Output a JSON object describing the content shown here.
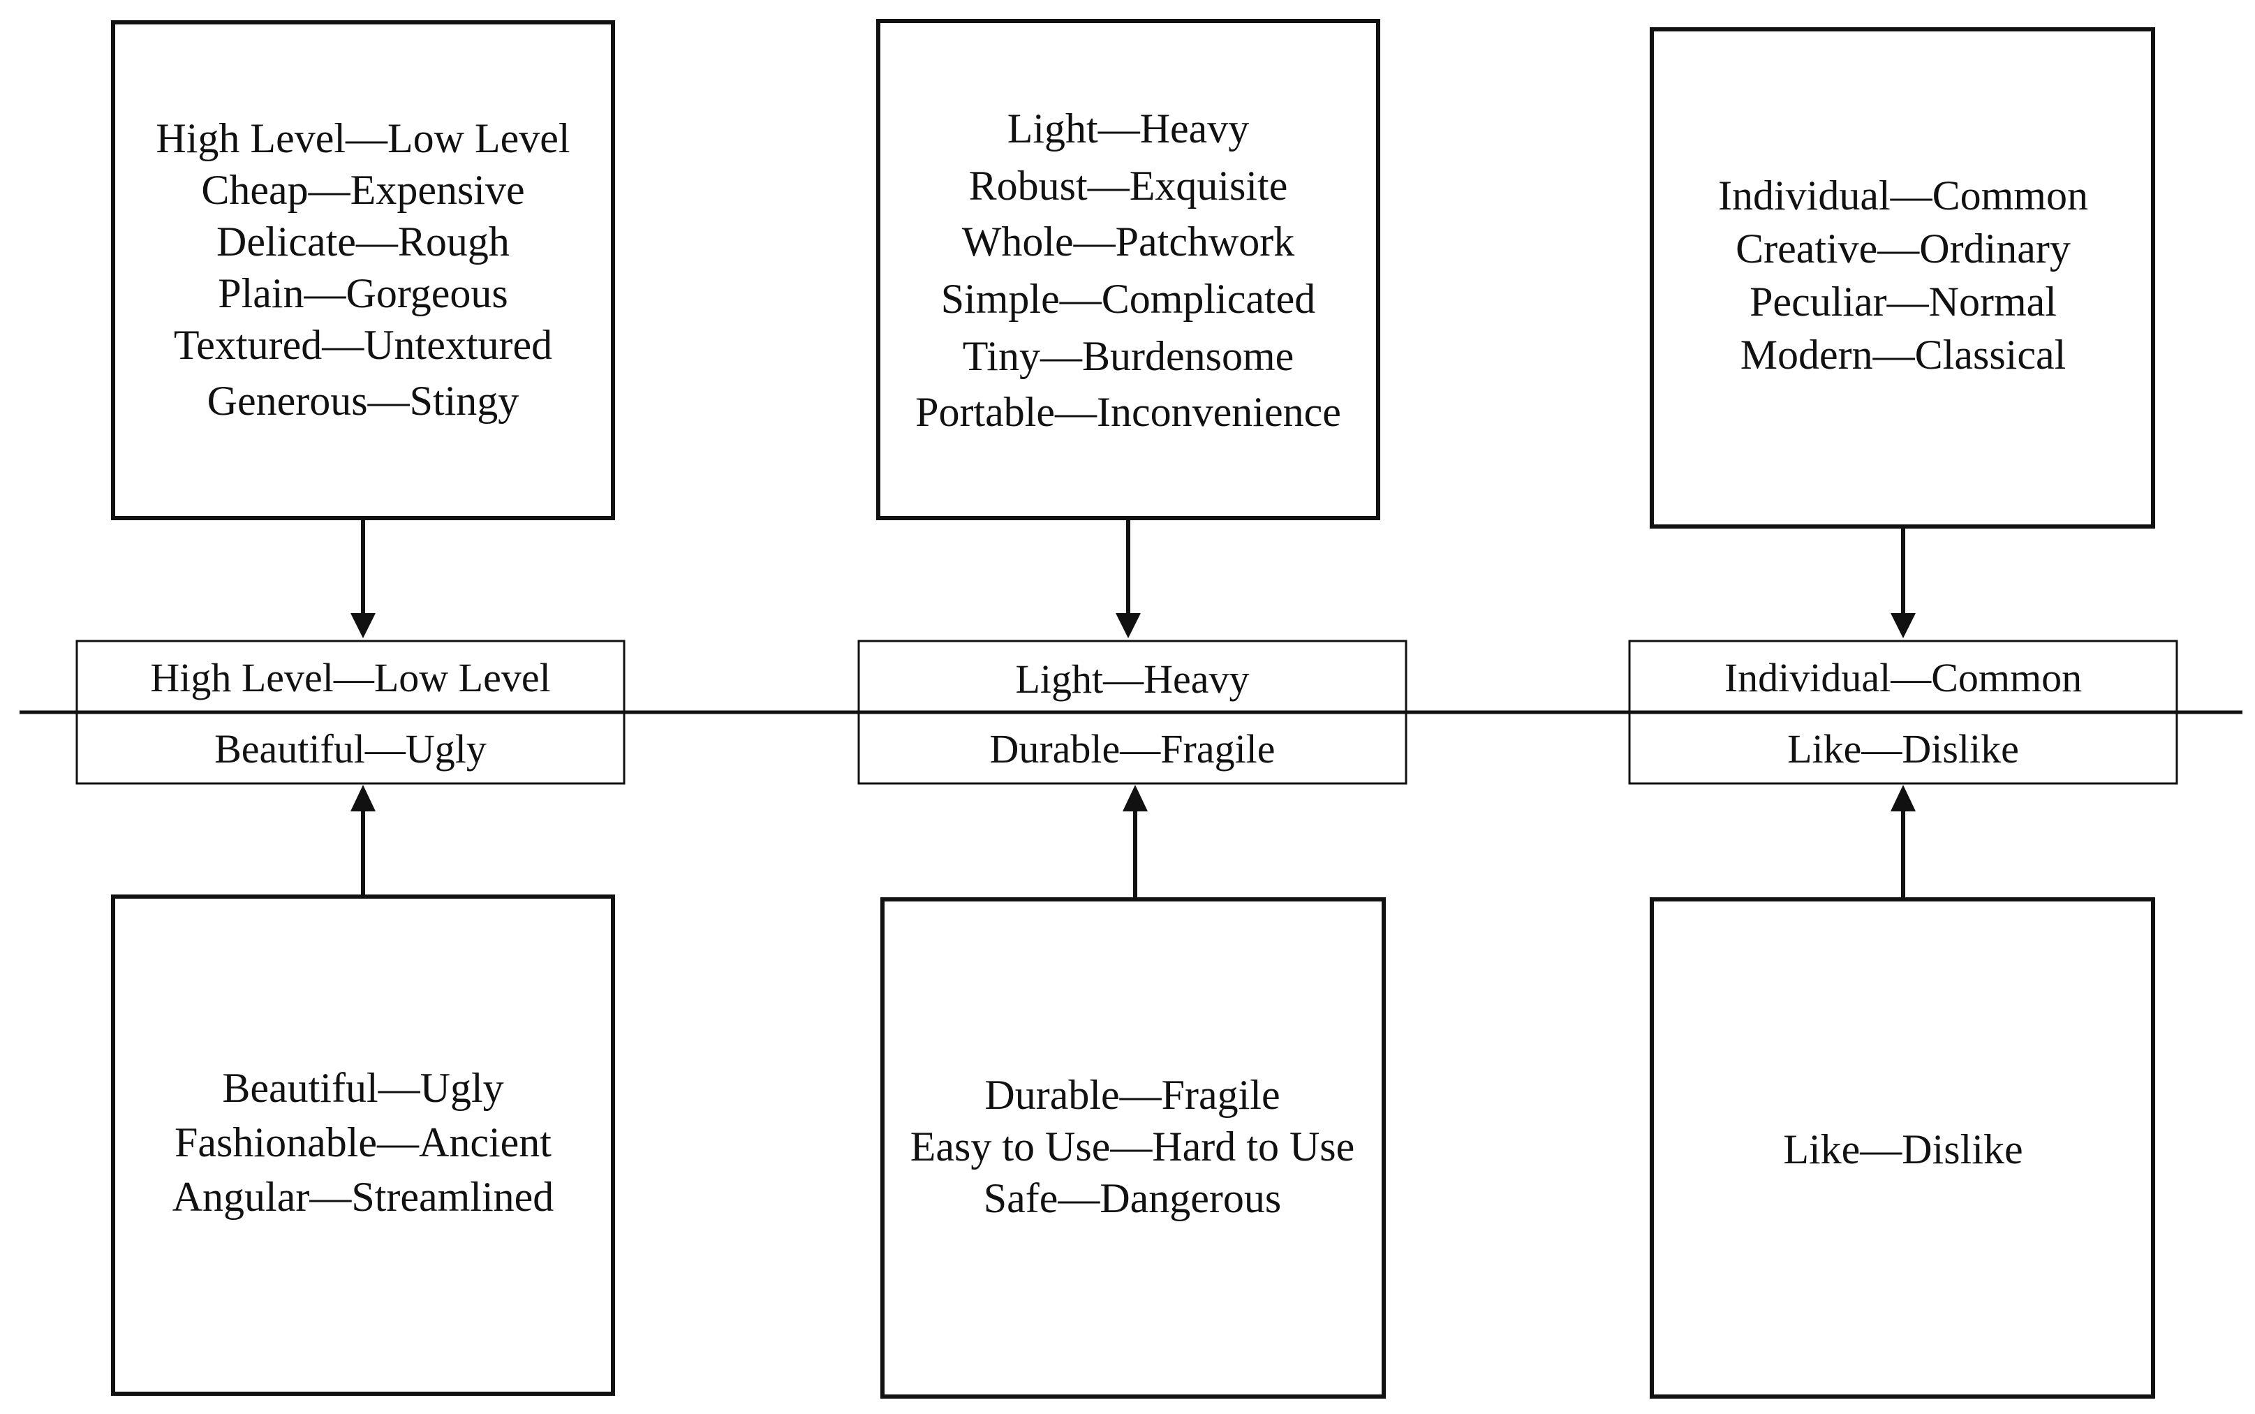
{
  "columns": [
    {
      "top_box": [
        "High Level—Low Level",
        "Cheap—Expensive",
        "Delicate—Rough",
        "Plain—Gorgeous",
        "Textured—Untextured",
        "Generous—Stingy"
      ],
      "center_top": "High Level—Low Level",
      "center_bottom": "Beautiful—Ugly",
      "bottom_box": [
        "Beautiful—Ugly",
        "Fashionable—Ancient",
        "Angular—Streamlined"
      ]
    },
    {
      "top_box": [
        "Light—Heavy",
        "Robust—Exquisite",
        "Whole—Patchwork",
        "Simple—Complicated",
        "Tiny—Burdensome",
        "Portable—Inconvenience"
      ],
      "center_top": "Light—Heavy",
      "center_bottom": "Durable—Fragile",
      "bottom_box": [
        "Durable—Fragile",
        "Easy to Use—Hard to Use",
        "Safe—Dangerous"
      ]
    },
    {
      "top_box": [
        "Individual—Common",
        "Creative—Ordinary",
        "Peculiar—Normal",
        "Modern—Classical"
      ],
      "center_top": "Individual—Common",
      "center_bottom": "Like—Dislike",
      "bottom_box": [
        "Like—Dislike"
      ]
    }
  ],
  "colors": {
    "line": "#111111",
    "background": "#ffffff"
  }
}
